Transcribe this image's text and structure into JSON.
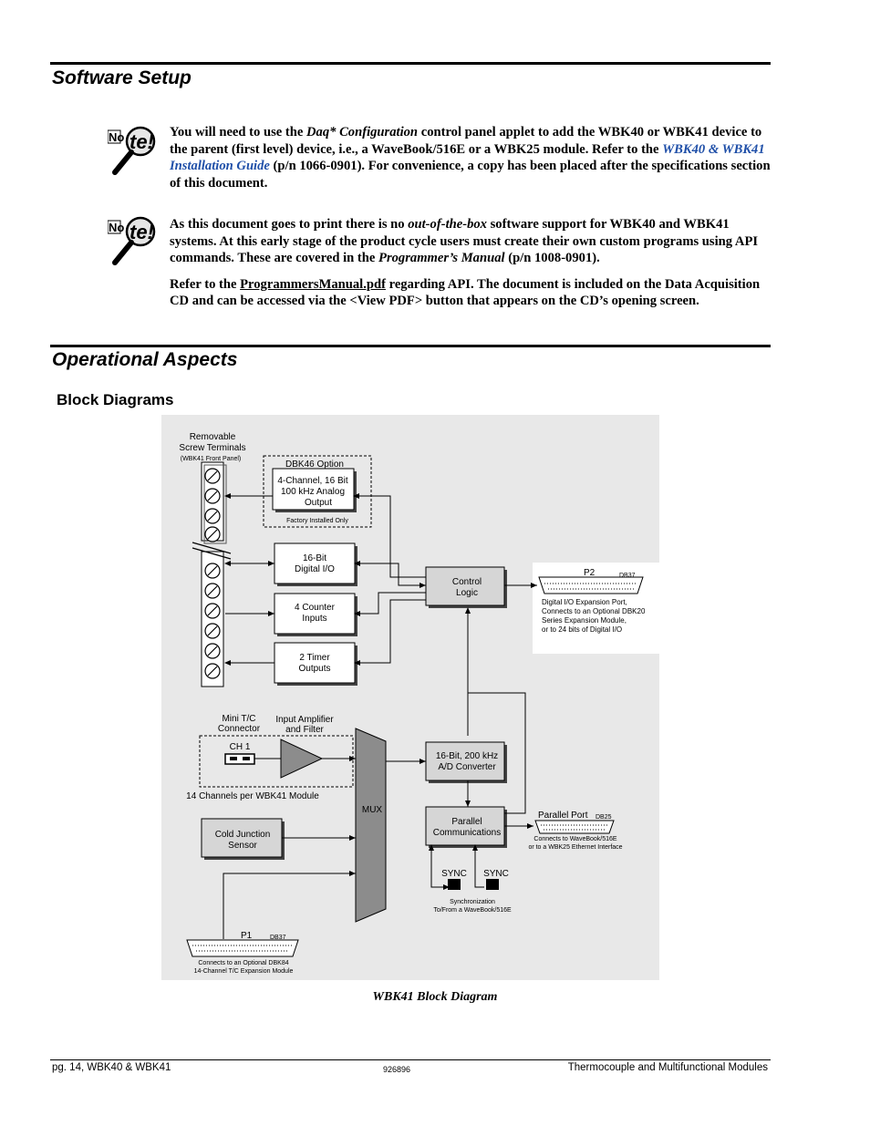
{
  "section1": {
    "title": "Software Setup"
  },
  "note1": {
    "t1": "You will need to use the ",
    "t2": "Daq* Configuration",
    "t3": " control panel applet to add the WBK40 or WBK41 device to the parent (first level) device, i.e., a WaveBook/516E or a WBK25 module.   Refer to the ",
    "t4": "WBK40 & WBK41 Installation Guide",
    "t5": " (p/n 1066-0901).  For convenience, a copy has been placed after the specifications section of this document."
  },
  "note2": {
    "p1_t1": "As this document goes to print there is no ",
    "p1_t2": "out-of-the-box",
    "p1_t3": " software support for WBK40 and WBK41 systems.  At this early stage of the product cycle users must create their own custom programs using API commands.  These are covered in the ",
    "p1_t4": "Programmer’s Manual",
    "p1_t5": " (p/n 1008-0901).",
    "p2_t1": "Refer to the ",
    "p2_t2": "ProgrammersManual.pdf",
    "p2_t3": " regarding API.  The document is included on the Data Acquisition CD and can be accessed via the <View PDF> button that appears on the CD’s opening screen."
  },
  "section2": {
    "title": "Operational Aspects",
    "subtitle": "Block Diagrams"
  },
  "diagram": {
    "removable": "Removable",
    "screw_terminals": "Screw Terminals",
    "front_panel": "(WBK41 Front Panel)",
    "dbk46_option": "DBK46 Option",
    "analog_out_1": "4-Channel, 16 Bit",
    "analog_out_2": "100 kHz Analog",
    "analog_out_3": "Output",
    "factory_installed": "Factory Installed Only",
    "dio_1": "16-Bit",
    "dio_2": "Digital I/O",
    "counter_1": "4 Counter",
    "counter_2": "Inputs",
    "timer_1": "2 Timer",
    "timer_2": "Outputs",
    "control_1": "Control",
    "control_2": "Logic",
    "p2_label": "P2",
    "p2_db": "DB37",
    "p2_desc_1": "Digital I/O Expansion Port,",
    "p2_desc_2": "Connects to an Optional DBK20",
    "p2_desc_3": "Series Expansion Module,",
    "p2_desc_4": "or to 24 bits of Digital I/O",
    "mini_tc_1": "Mini T/C",
    "mini_tc_2": "Connector",
    "amp_1": "Input Amplifier",
    "amp_2": "and Filter",
    "ch1": "CH 1",
    "channels_note": "14 Channels per WBK41 Module",
    "mux": "MUX",
    "adc_1": "16-Bit, 200 kHz",
    "adc_2": "A/D Converter",
    "par_1": "Parallel",
    "par_2": "Communications",
    "parallel_port": "Parallel Port",
    "db25": "DB25",
    "pp_desc_1": "Connects to WaveBook/516E",
    "pp_desc_2": "or to a WBK25 Ethernet Interface",
    "cjs_1": "Cold Junction",
    "cjs_2": "Sensor",
    "sync1": "SYNC",
    "sync2": "SYNC",
    "sync_desc_1": "Synchronization",
    "sync_desc_2": "To/From a WaveBook/516E",
    "p1_label": "P1",
    "p1_db": "DB37",
    "p1_desc_1": "Connects to an Optional DBK84",
    "p1_desc_2": "14-Channel T/C Expansion Module"
  },
  "caption": "WBK41 Block Diagram",
  "footer": {
    "left": "pg. 14, WBK40 & WBK41",
    "center": "926896",
    "right": "Thermocouple and Multifunctional Modules"
  }
}
